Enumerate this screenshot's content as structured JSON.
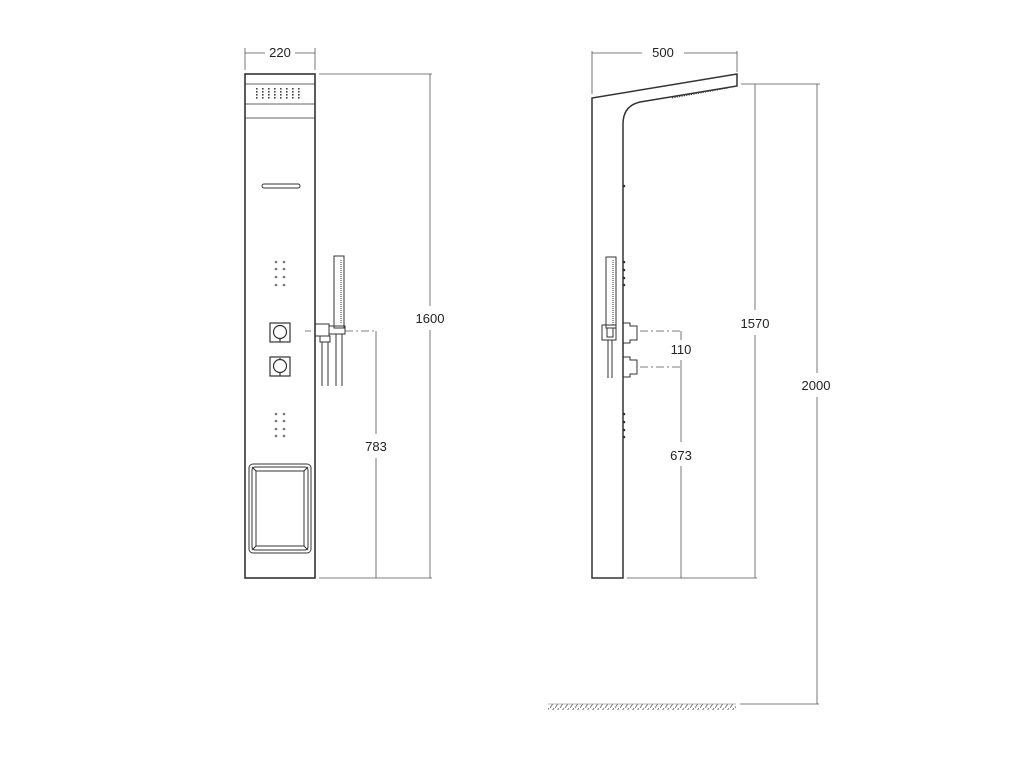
{
  "drawing": {
    "type": "technical dimension drawing",
    "subject": "shower column",
    "colors": {
      "line": "#333333",
      "dim_line": "#555555",
      "text": "#222222",
      "background": "#ffffff"
    }
  },
  "front_view": {
    "dimensions": {
      "width": "220",
      "height": "1600",
      "outlet_height": "783"
    }
  },
  "side_view": {
    "dimensions": {
      "depth": "500",
      "height": "1570",
      "total_height": "2000",
      "outlet_spacing": "110",
      "outlet_height": "673"
    }
  }
}
